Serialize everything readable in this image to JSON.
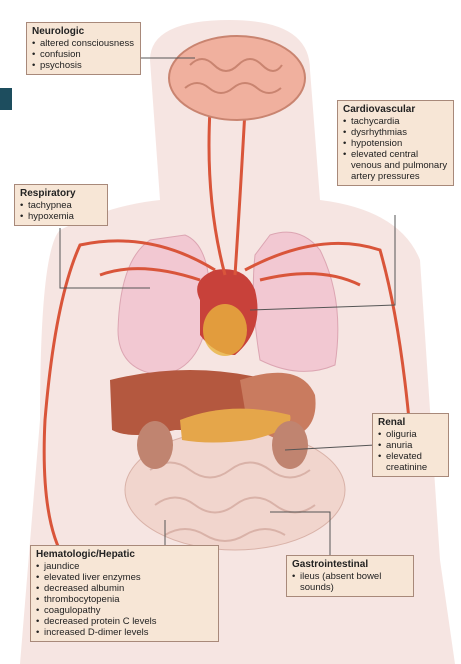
{
  "boxes": {
    "neurologic": {
      "title": "Neurologic",
      "items": [
        "altered consciousness",
        "confusion",
        "psychosis"
      ]
    },
    "cardiovascular": {
      "title": "Cardiovascular",
      "items": [
        "tachycardia",
        "dysrhythmias",
        "hypotension",
        "elevated central venous and pulmonary artery pressures"
      ]
    },
    "respiratory": {
      "title": "Respiratory",
      "items": [
        "tachypnea",
        "hypoxemia"
      ]
    },
    "renal": {
      "title": "Renal",
      "items": [
        "oliguria",
        "anuria",
        "elevated creatinine"
      ]
    },
    "hematologic": {
      "title": "Hematologic/Hepatic",
      "items": [
        "jaundice",
        "elevated liver enzymes",
        "decreased albumin",
        "thrombocytopenia",
        "coagulopathy",
        "decreased protein C levels",
        "increased D-dimer levels"
      ]
    },
    "gastrointestinal": {
      "title": "Gastrointestinal",
      "items": [
        "ileus (absent bowel sounds)"
      ]
    }
  },
  "colors": {
    "box_fill": "#f7e6d6",
    "box_border": "#a8897a",
    "artery": "#d9553a",
    "body": "#f3dcd8",
    "lung": "#f2c8d2",
    "liver": "#b4583f",
    "heart": "#c8413a"
  }
}
